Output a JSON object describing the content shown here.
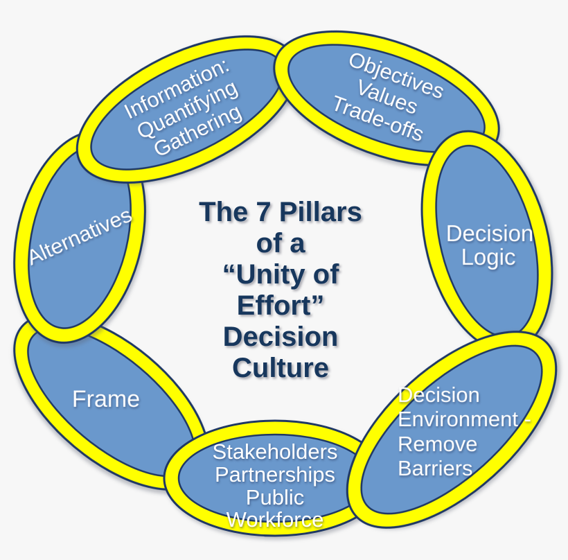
{
  "diagram": {
    "kind": "7-pillar ellipse cycle",
    "colors": {
      "background": "#f7f7f7",
      "ring_yellow": "#ffff00",
      "ellipse_blue": "#6a98cc",
      "outline_navy": "#1f3864",
      "title_navy": "#17375d",
      "pillar_text": "#ffffff"
    }
  },
  "center": {
    "lines": [
      "The 7 Pillars",
      "of a",
      "“Unity of",
      "Effort”",
      "Decision",
      "Culture"
    ]
  },
  "pillars": [
    {
      "id": "information",
      "lines": [
        "Information:",
        "Quantifying",
        "Gathering"
      ]
    },
    {
      "id": "objectives",
      "lines": [
        "Objectives",
        "Values",
        "Trade-offs"
      ]
    },
    {
      "id": "decision-logic",
      "lines": [
        "Decision",
        "Logic"
      ]
    },
    {
      "id": "decision-environment",
      "lines": [
        "Decision",
        "Environment -",
        "Remove",
        "Barriers"
      ]
    },
    {
      "id": "stakeholders",
      "lines": [
        "Stakeholders",
        "Partnerships",
        "Public",
        "Workforce"
      ]
    },
    {
      "id": "frame",
      "lines": [
        "Frame"
      ]
    },
    {
      "id": "alternatives",
      "lines": [
        "Alternatives"
      ]
    }
  ]
}
